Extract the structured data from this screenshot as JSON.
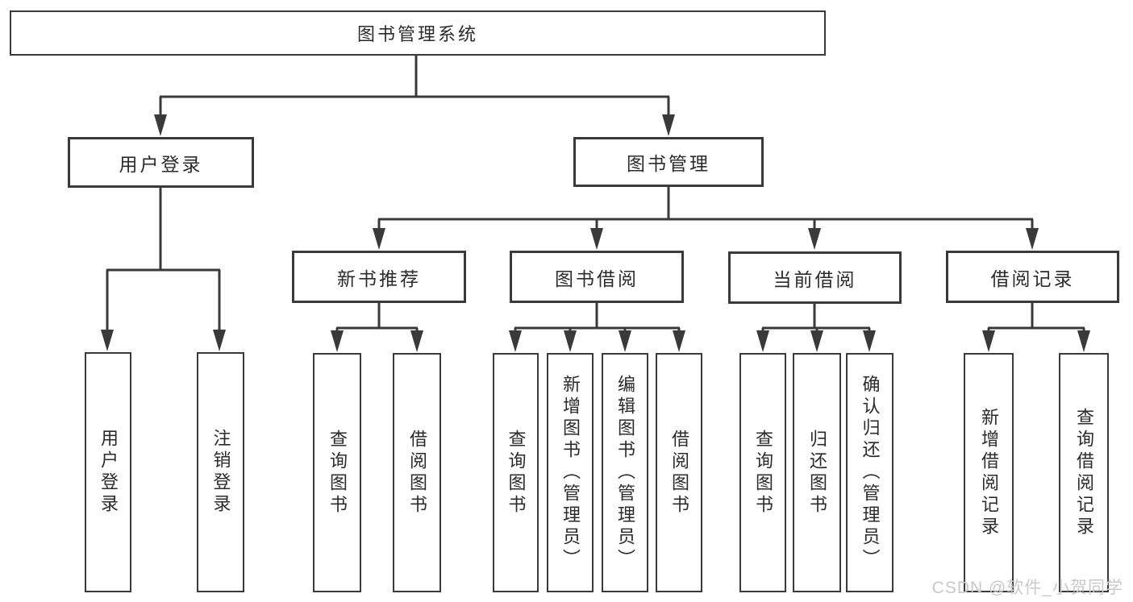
{
  "diagram": {
    "title": "图书管理系统",
    "nodes": {
      "root": "图书管理系统",
      "user_login": "用户登录",
      "book_management": "图书管理",
      "new_book_recommend": "新书推荐",
      "book_borrow": "图书借阅",
      "current_borrow": "当前借阅",
      "borrow_records": "借阅记录",
      "login_leaf": "用户登录",
      "logout_leaf": "注销登录",
      "nb_query_book": "查询图书",
      "nb_borrow_book": "借阅图书",
      "bb_query_book": "查询图书",
      "bb_add_book": "新增图书（管理员）",
      "bb_edit_book": "编辑图书（管理员）",
      "bb_borrow_book": "借阅图书",
      "cb_query_book": "查询图书",
      "cb_return_book": "归还图书",
      "cb_confirm_return": "确认归还（管理员）",
      "br_add_record": "新增借阅记录",
      "br_query_record": "查询借阅记录"
    },
    "colors": {
      "line": "#3a3a3a",
      "text": "#2b2b2b",
      "watermark": "#c9c9c9",
      "background": "#ffffff"
    }
  },
  "watermark": "CSDN @软件_小贺同学"
}
